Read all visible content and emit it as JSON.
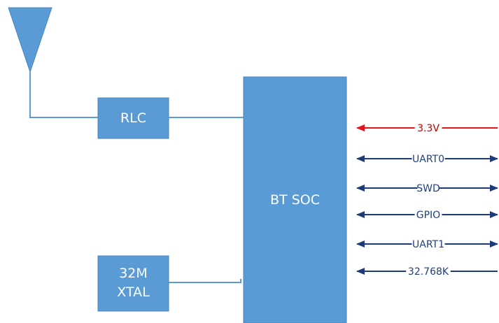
{
  "blocks": {
    "rlc": {
      "label": "RLC"
    },
    "soc": {
      "label": "BT SOC"
    },
    "xtal": {
      "line1": "32M",
      "line2": "XTAL"
    }
  },
  "signals": [
    {
      "name": "power",
      "label": "3.3V",
      "direction": "in",
      "color": "#e8141b"
    },
    {
      "name": "uart0",
      "label": "UART0",
      "direction": "both",
      "color": "#1f3a78"
    },
    {
      "name": "swd",
      "label": "SWD",
      "direction": "both",
      "color": "#1f3a78"
    },
    {
      "name": "gpio",
      "label": "GPIO",
      "direction": "both",
      "color": "#1f3a78"
    },
    {
      "name": "uart1",
      "label": "UART1",
      "direction": "both",
      "color": "#1f3a78"
    },
    {
      "name": "clock",
      "label": "32.768K",
      "direction": "in",
      "color": "#1f3a78"
    }
  ],
  "colors": {
    "block_fill": "#5b9bd5",
    "block_stroke": "#4a86c0",
    "wire": "#5b9bd5",
    "antenna": "#5b9bd5"
  },
  "icons": {
    "antenna": "antenna-triangle"
  }
}
